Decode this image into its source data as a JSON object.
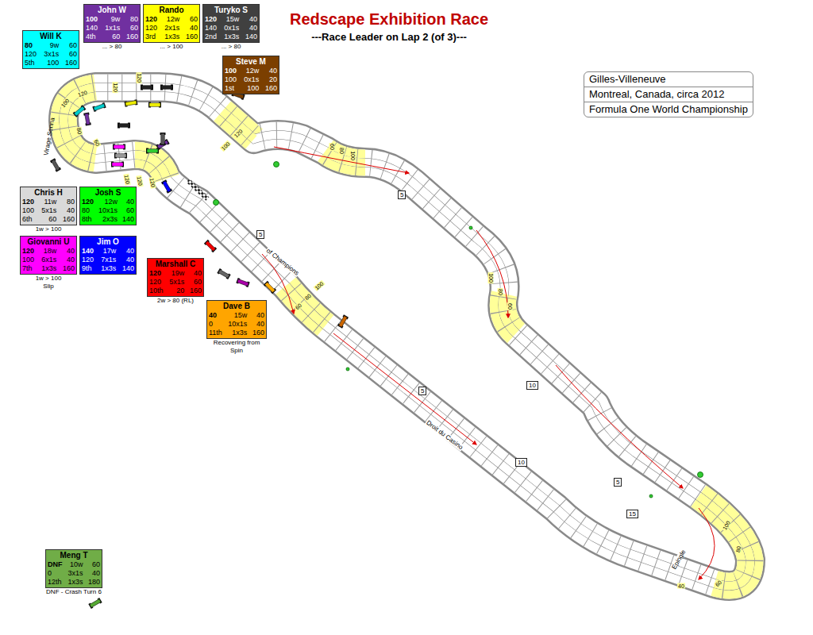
{
  "diagram": {
    "title": "Redscape Exhibition Race",
    "nodes": [
      {
        "text": [
          "John W",
          "100",
          "9w",
          "80",
          "140",
          "1x1s",
          "60",
          "4th",
          "60",
          "160",
          "... > 80"
        ]
      },
      {
        "text": [
          "Rando",
          "120",
          "12w",
          "60",
          "120",
          "2x1s",
          "40",
          "3rd",
          "1x3s",
          "160",
          "... > 100"
        ]
      },
      {
        "text": [
          "Turyko S",
          "120",
          "15w",
          "40",
          "140",
          "0x1s",
          "40",
          "2nd",
          "1x3s",
          "140",
          "... > 80"
        ]
      },
      {
        "text": [
          "Will K",
          "80",
          "9w",
          "60",
          "120",
          "3x1s",
          "60",
          "5th",
          "100",
          "160"
        ]
      },
      {
        "text": [
          "Steve M",
          "100",
          "12w",
          "40",
          "100",
          "0x1s",
          "20",
          "1st",
          "100",
          "160"
        ]
      },
      {
        "text": [
          "Gilles-Villeneuve",
          "Montreal, Canada, circa 2012",
          "Formula One World Championship"
        ]
      },
      {
        "text": [
          "Chris H",
          "120",
          "11w",
          "80",
          "100",
          "5x1s",
          "40",
          "6th",
          "60",
          "160",
          "1w > 100"
        ]
      },
      {
        "text": [
          "Josh S",
          "120",
          "12w",
          "40",
          "80",
          "10x1s",
          "60",
          "8th",
          "2x3s",
          "140"
        ]
      },
      {
        "text": [
          "Giovanni U",
          "120",
          "18w",
          "40",
          "100",
          "6x1s",
          "40",
          "7th",
          "1x3s",
          "160",
          "1w > 100",
          "Slip"
        ]
      },
      {
        "text": [
          "Jim O",
          "140",
          "17w",
          "40",
          "120",
          "7x1s",
          "40",
          "9th",
          "1x3s",
          "140"
        ]
      },
      {
        "text": [
          "Marshall C",
          "120",
          "19w",
          "40",
          "120",
          "5x1s",
          "60",
          "10th",
          "20",
          "160",
          "2w > 80 (RL)"
        ]
      },
      {
        "text": [
          "Dave B",
          "40",
          "15w",
          "40",
          "0",
          "10x1s",
          "40",
          "11th",
          "1x3s",
          "160",
          "Recovering from Spin"
        ]
      },
      {
        "text": [
          "Meng T",
          "DNF",
          "10w",
          "60",
          "0",
          "3x1s",
          "40",
          "12th",
          "1x3s",
          "180",
          "DNF - Crash Turn 6"
        ]
      },
      {
        "text": [
          "5"
        ]
      },
      {
        "text": [
          "5"
        ]
      },
      {
        "text": [
          "10"
        ]
      },
      {
        "text": [
          "5"
        ]
      },
      {
        "text": [
          "10"
        ]
      },
      {
        "text": [
          "5"
        ]
      },
      {
        "text": [
          "15"
        ]
      }
    ],
    "labels": [
      "---Race Leader on Lap 2 (of 3)---",
      "Virage Senna",
      "of Champions",
      "Droit du Casino",
      "Epingle",
      "100",
      "120",
      "80",
      "60",
      "120",
      "120",
      "120",
      "120",
      "120",
      "100",
      "120",
      "60",
      "80",
      "100",
      "100",
      "80",
      "60",
      "60",
      "80",
      "100",
      "40",
      "60",
      "80",
      "100"
    ]
  }
}
